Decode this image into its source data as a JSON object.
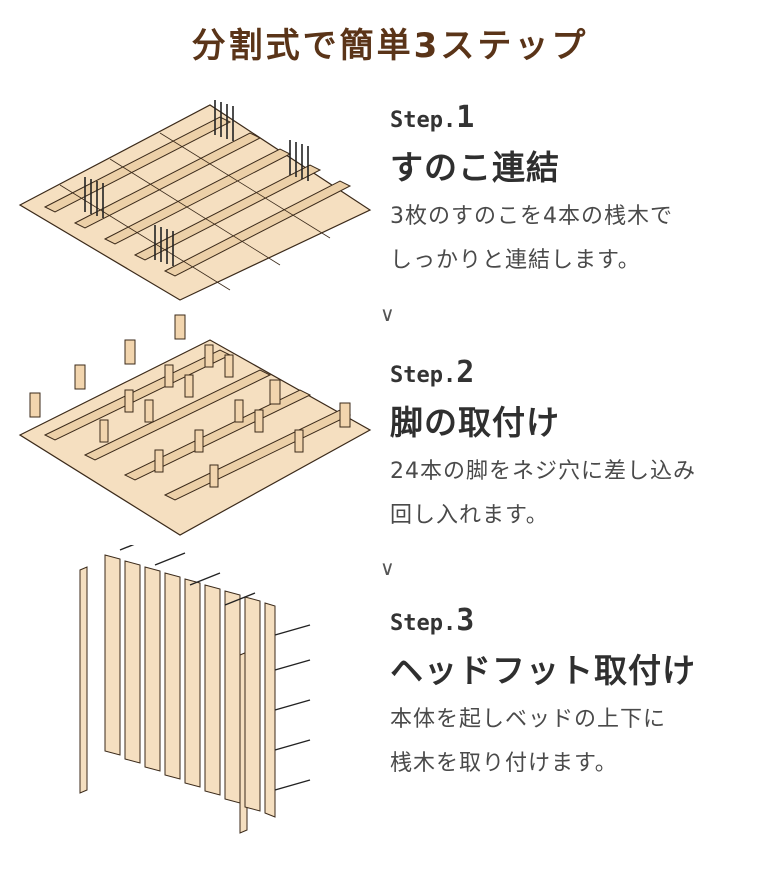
{
  "title": "分割式で簡単3ステップ",
  "steps": [
    {
      "label": "Step.",
      "num": "1",
      "heading": "すのこ連結",
      "lines": [
        "3枚のすのこを4本の桟木で",
        "しっかりと連結します。"
      ]
    },
    {
      "label": "Step.",
      "num": "2",
      "heading": "脚の取付け",
      "lines": [
        "24本の脚をネジ穴に差し込み",
        "回し入れます。"
      ]
    },
    {
      "label": "Step.",
      "num": "3",
      "heading": "ヘッドフット取付け",
      "lines": [
        "本体を起しベッドの上下に",
        "桟木を取り付けます。"
      ]
    }
  ],
  "arrow_glyph": "∨",
  "colors": {
    "title": "#5a3418",
    "wood": "#f5dfc0",
    "wood_edge": "#3b2a1a"
  }
}
